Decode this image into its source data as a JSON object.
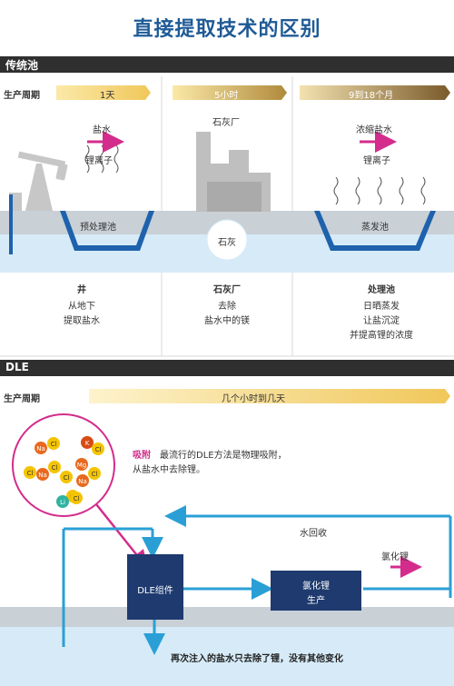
{
  "title": "直接提取技术的区别",
  "traditional": {
    "section_label": "传统池",
    "cycle_label": "生产周期",
    "durations": [
      "1天",
      "5小时",
      "9到18个月"
    ],
    "brine_label": "盐水",
    "lithium_label": "锂离子",
    "prepool_label": "预处理池",
    "limeplant_label": "石灰厂",
    "lime_label": "石灰",
    "conc_brine_label": "浓缩盐水",
    "lithium_label_2": "锂离子",
    "evap_pool_label": "蒸发池",
    "col1": {
      "heading": "井",
      "lines": [
        "从地下",
        "提取盐水"
      ]
    },
    "col2": {
      "heading": "石灰厂",
      "lines": [
        "去除",
        "盐水中的镁"
      ]
    },
    "col3": {
      "heading": "处理池",
      "lines": [
        "日晒蒸发",
        "让盐沉淀",
        "并提高锂的浓度"
      ]
    }
  },
  "dle": {
    "section_label": "DLE",
    "cycle_label": "生产周期",
    "duration": "几个小时到几天",
    "ions": [
      "Na",
      "Cl",
      "K",
      "Cl",
      "Na",
      "Cl",
      "Cl",
      "Mg",
      "Cl",
      "Cl",
      "Na",
      "Cl",
      "Li",
      "Cl"
    ],
    "adsorb_key": "吸附",
    "adsorb_text_1": "最流行的DLE方法是物理吸附，",
    "adsorb_text_2": "从盐水中去除锂。",
    "water_recycle": "水回收",
    "licl_out": "氯化锂",
    "dle_unit": "DLE组件",
    "licl_prod_1": "氯化锂",
    "licl_prod_2": "生产",
    "bottom_note": "再次注入的盐水只去除了锂，没有其他变化"
  },
  "colors": {
    "navy": "#1e3a6e",
    "blue": "#1e62ad",
    "cyan": "#2a9fd6",
    "magenta": "#d42c8c",
    "gold": "#f5d77a",
    "dark": "#2f2f2f",
    "ground": "#c9d0d6",
    "water": "#d6ebf7"
  }
}
